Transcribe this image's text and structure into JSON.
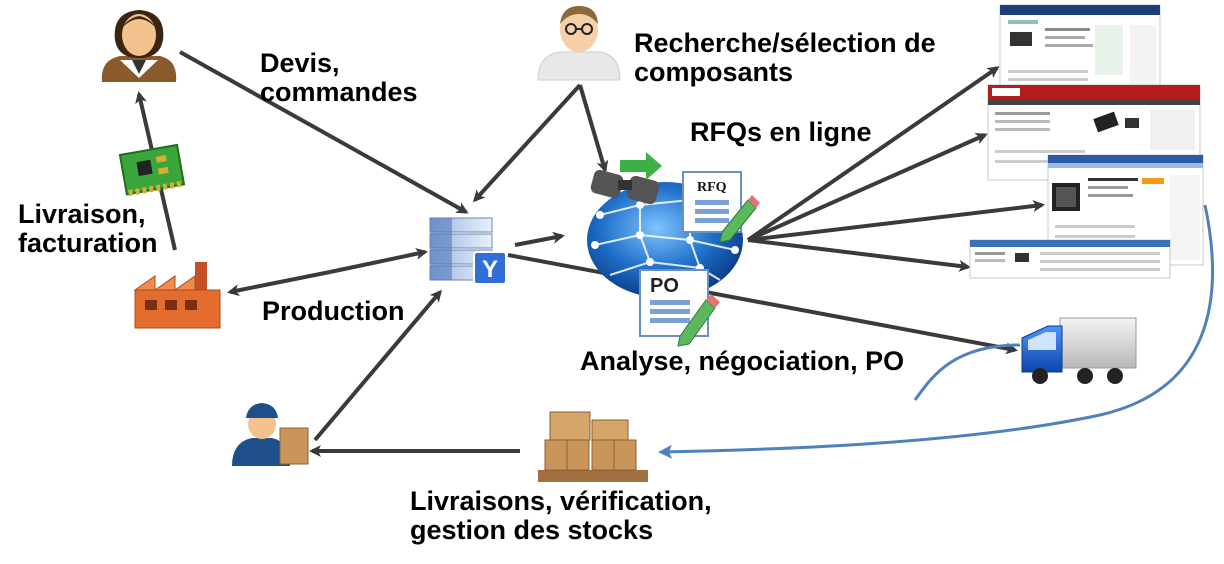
{
  "labels": {
    "devis": [
      "Devis,",
      "commandes"
    ],
    "recherche": [
      "Recherche/sélection de",
      "composants"
    ],
    "rfqs": "RFQs en ligne",
    "livraison_facturation": [
      "Livraison,",
      "facturation"
    ],
    "production": "Production",
    "analyse": "Analyse, négociation, PO",
    "livraisons_verif": [
      "Livraisons, vérification,",
      "gestion des stocks"
    ]
  },
  "badges": {
    "rfq": "RFQ",
    "po": "PO",
    "hub": "Y"
  },
  "icons": [
    "customer-icon",
    "engineer-icon",
    "circuit-board-icon",
    "factory-icon",
    "server-hub-icon",
    "globe-network-icon",
    "binoculars-icon",
    "rfq-document-icon",
    "po-document-icon",
    "truck-icon",
    "boxes-pallet-icon",
    "warehouse-worker-icon",
    "website-screenshot-icon"
  ],
  "colors": {
    "arrow": "#3a3a3a",
    "curve": "#4f81bd",
    "globe": "#1f6fc9",
    "factory": "#e36c2f",
    "truck": "#1a5fd0",
    "boxes": "#c9955a"
  }
}
